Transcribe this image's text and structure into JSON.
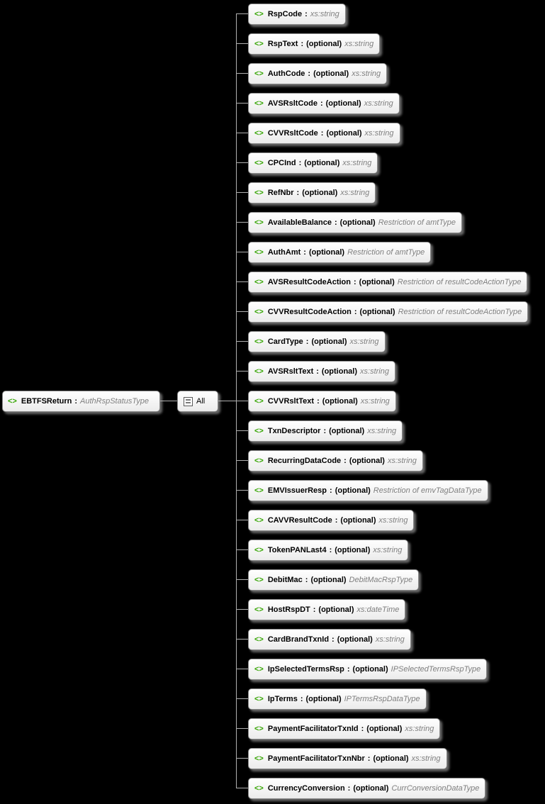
{
  "labels": {
    "element_icon": "<>",
    "separator": ":",
    "optional": "(optional)"
  },
  "colors": {
    "background": "#000000",
    "element_icon_green": "#35a502",
    "type_text_gray": "#7f7f7f",
    "connector_line": "#b0b0b0",
    "box_border": "#8a8a8a"
  },
  "root": {
    "name": "EBTFSReturn",
    "type": "AuthRspStatusType"
  },
  "compositor": {
    "label": "All"
  },
  "children": [
    {
      "name": "RspCode",
      "optional": false,
      "type": "xs:string"
    },
    {
      "name": "RspText",
      "optional": true,
      "type": "xs:string"
    },
    {
      "name": "AuthCode",
      "optional": true,
      "type": "xs:string"
    },
    {
      "name": "AVSRsltCode",
      "optional": true,
      "type": "xs:string"
    },
    {
      "name": "CVVRsltCode",
      "optional": true,
      "type": "xs:string"
    },
    {
      "name": "CPCInd",
      "optional": true,
      "type": "xs:string"
    },
    {
      "name": "RefNbr",
      "optional": true,
      "type": "xs:string"
    },
    {
      "name": "AvailableBalance",
      "optional": true,
      "type": "Restriction of amtType"
    },
    {
      "name": "AuthAmt",
      "optional": true,
      "type": "Restriction of amtType"
    },
    {
      "name": "AVSResultCodeAction",
      "optional": true,
      "type": "Restriction of resultCodeActionType"
    },
    {
      "name": "CVVResultCodeAction",
      "optional": true,
      "type": "Restriction of resultCodeActionType"
    },
    {
      "name": "CardType",
      "optional": true,
      "type": "xs:string"
    },
    {
      "name": "AVSRsltText",
      "optional": true,
      "type": "xs:string"
    },
    {
      "name": "CVVRsltText",
      "optional": true,
      "type": "xs:string"
    },
    {
      "name": "TxnDescriptor",
      "optional": true,
      "type": "xs:string"
    },
    {
      "name": "RecurringDataCode",
      "optional": true,
      "type": "xs:string"
    },
    {
      "name": "EMVIssuerResp",
      "optional": true,
      "type": "Restriction of emvTagDataType"
    },
    {
      "name": "CAVVResultCode",
      "optional": true,
      "type": "xs:string"
    },
    {
      "name": "TokenPANLast4",
      "optional": true,
      "type": "xs:string"
    },
    {
      "name": "DebitMac",
      "optional": true,
      "type": "DebitMacRspType"
    },
    {
      "name": "HostRspDT",
      "optional": true,
      "type": "xs:dateTime"
    },
    {
      "name": "CardBrandTxnId",
      "optional": true,
      "type": "xs:string"
    },
    {
      "name": "IpSelectedTermsRsp",
      "optional": true,
      "type": "IPSelectedTermsRspType"
    },
    {
      "name": "IpTerms",
      "optional": true,
      "type": "IPTermsRspDataType"
    },
    {
      "name": "PaymentFacilitatorTxnId",
      "optional": true,
      "type": "xs:string"
    },
    {
      "name": "PaymentFacilitatorTxnNbr",
      "optional": true,
      "type": "xs:string"
    },
    {
      "name": "CurrencyConversion",
      "optional": true,
      "type": "CurrConversionDataType"
    }
  ]
}
